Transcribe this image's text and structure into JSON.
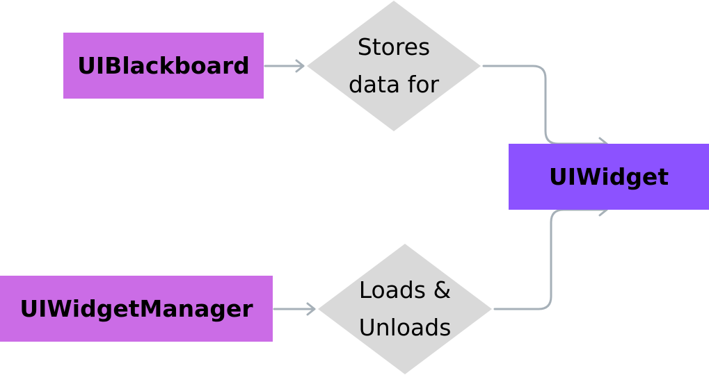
{
  "nodes": {
    "blackboard": {
      "label": "UIBlackboard",
      "color": "#cb6ce6"
    },
    "manager": {
      "label": "UIWidgetManager",
      "color": "#cb6ce6"
    },
    "widget": {
      "label": "UIWidget",
      "color": "#8c52ff"
    }
  },
  "decisions": {
    "stores": {
      "label": "Stores\ndata for",
      "color": "#d9d9d9"
    },
    "loads": {
      "label": "Loads &\nUnloads",
      "color": "#d9d9d9"
    }
  },
  "connector_color": "#a6b0b8"
}
